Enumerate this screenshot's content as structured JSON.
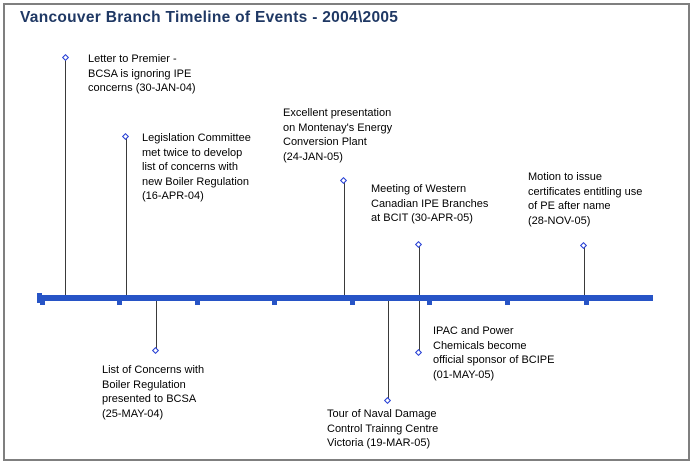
{
  "title": "Vancouver Branch Timeline of Events - 2004\\2005",
  "colors": {
    "title_text": "#1f3864",
    "timeline_bar": "#2754c6",
    "marker_blue": "#1b35d2",
    "connector_line": "#3a3a3a",
    "frame_border": "#7f7f7f",
    "event_text": "#000000"
  },
  "events": [
    {
      "name": "letter-to-premier",
      "side": "above",
      "date": "30-JAN-04",
      "lines": [
        "Letter to Premier -",
        "BCSA is ignoring IPE",
        "concerns (30-JAN-04)"
      ]
    },
    {
      "name": "legislation-committee",
      "side": "above",
      "date": "16-APR-04",
      "lines": [
        "Legislation Committee",
        "met twice to develop",
        "list of concerns with",
        "new Boiler Regulation",
        "(16-APR-04)"
      ]
    },
    {
      "name": "list-of-concerns-presented",
      "side": "below",
      "date": "25-MAY-04",
      "lines": [
        "List of Concerns with",
        "Boiler Regulation",
        "presented to BCSA",
        "(25-MAY-04)"
      ]
    },
    {
      "name": "montenay-presentation",
      "side": "above",
      "date": "24-JAN-05",
      "lines": [
        "Excellent presentation",
        "on Montenay's Energy",
        "Conversion Plant",
        "(24-JAN-05)"
      ]
    },
    {
      "name": "naval-damage-control-tour",
      "side": "below",
      "date": "19-MAR-05",
      "lines": [
        "Tour of Naval Damage",
        "Control Trainng Centre",
        "Victoria (19-MAR-05)"
      ]
    },
    {
      "name": "western-ipe-branches-meeting",
      "side": "above",
      "date": "30-APR-05",
      "lines": [
        "Meeting of Western",
        "Canadian IPE Branches",
        "at BCIT (30-APR-05)"
      ]
    },
    {
      "name": "ipac-power-chemicals-sponsor",
      "side": "below",
      "date": "01-MAY-05",
      "lines": [
        "IPAC and Power",
        "Chemicals become",
        "official sponsor of BCIPE",
        "(01-MAY-05)"
      ]
    },
    {
      "name": "pe-certificates-motion",
      "side": "above",
      "date": "28-NOV-05",
      "lines": [
        "Motion to issue",
        "certificates entitling use",
        "of PE after name",
        "(28-NOV-05)"
      ]
    }
  ]
}
